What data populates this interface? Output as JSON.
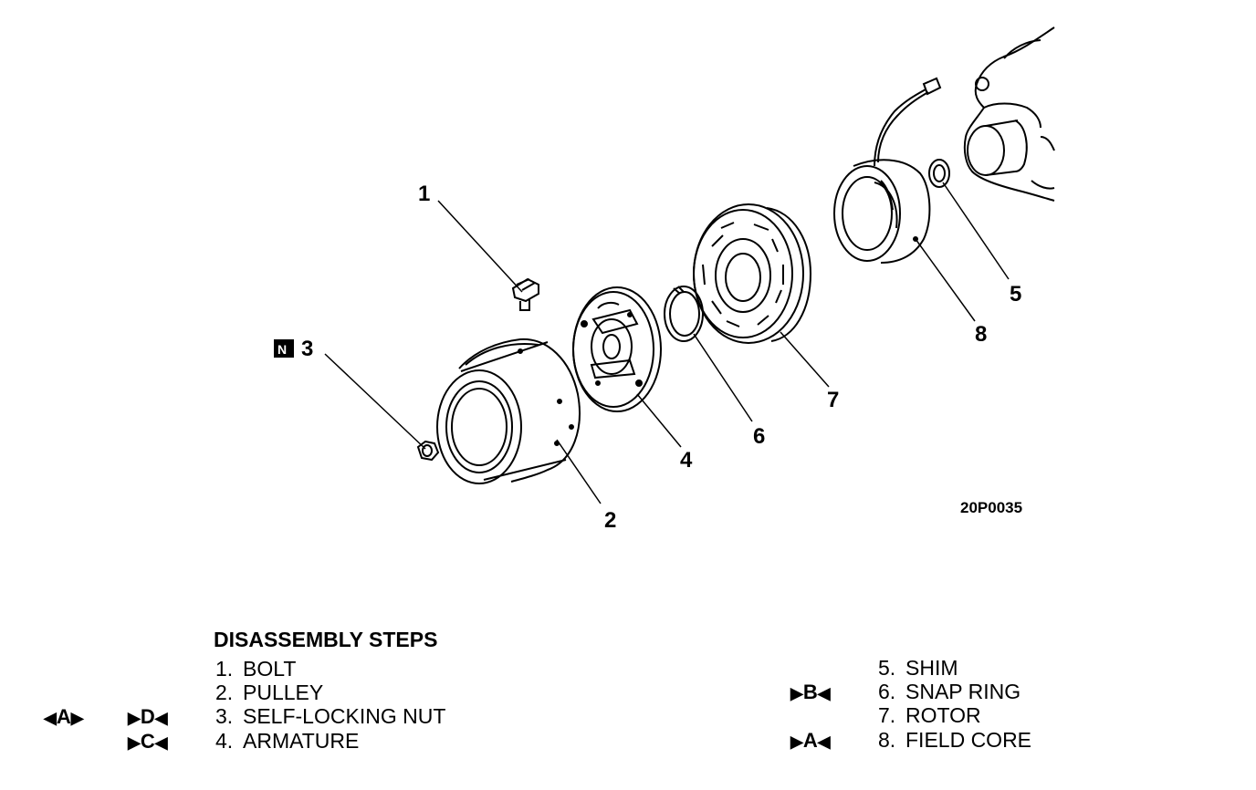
{
  "figure_id": "20P0035",
  "callouts": [
    "1",
    "2",
    "3",
    "4",
    "5",
    "6",
    "7",
    "8"
  ],
  "new_part_badge": "N",
  "icons": {
    "inward": "inward-arrows-icon",
    "outward": "outward-arrows-icon"
  },
  "steps": {
    "title": "DISASSEMBLY STEPS",
    "items": [
      {
        "num": "1.",
        "label": "BOLT"
      },
      {
        "num": "2.",
        "label": "PULLEY"
      },
      {
        "num": "3.",
        "label": "SELF-LOCKING NUT",
        "marks": [
          "A",
          "D"
        ]
      },
      {
        "num": "4.",
        "label": "ARMATURE",
        "marks": [
          "C"
        ]
      },
      {
        "num": "5.",
        "label": "SHIM"
      },
      {
        "num": "6.",
        "label": "SNAP RING",
        "marks": [
          "B"
        ]
      },
      {
        "num": "7.",
        "label": "ROTOR"
      },
      {
        "num": "8.",
        "label": "FIELD CORE",
        "marks": [
          "A"
        ]
      }
    ]
  }
}
